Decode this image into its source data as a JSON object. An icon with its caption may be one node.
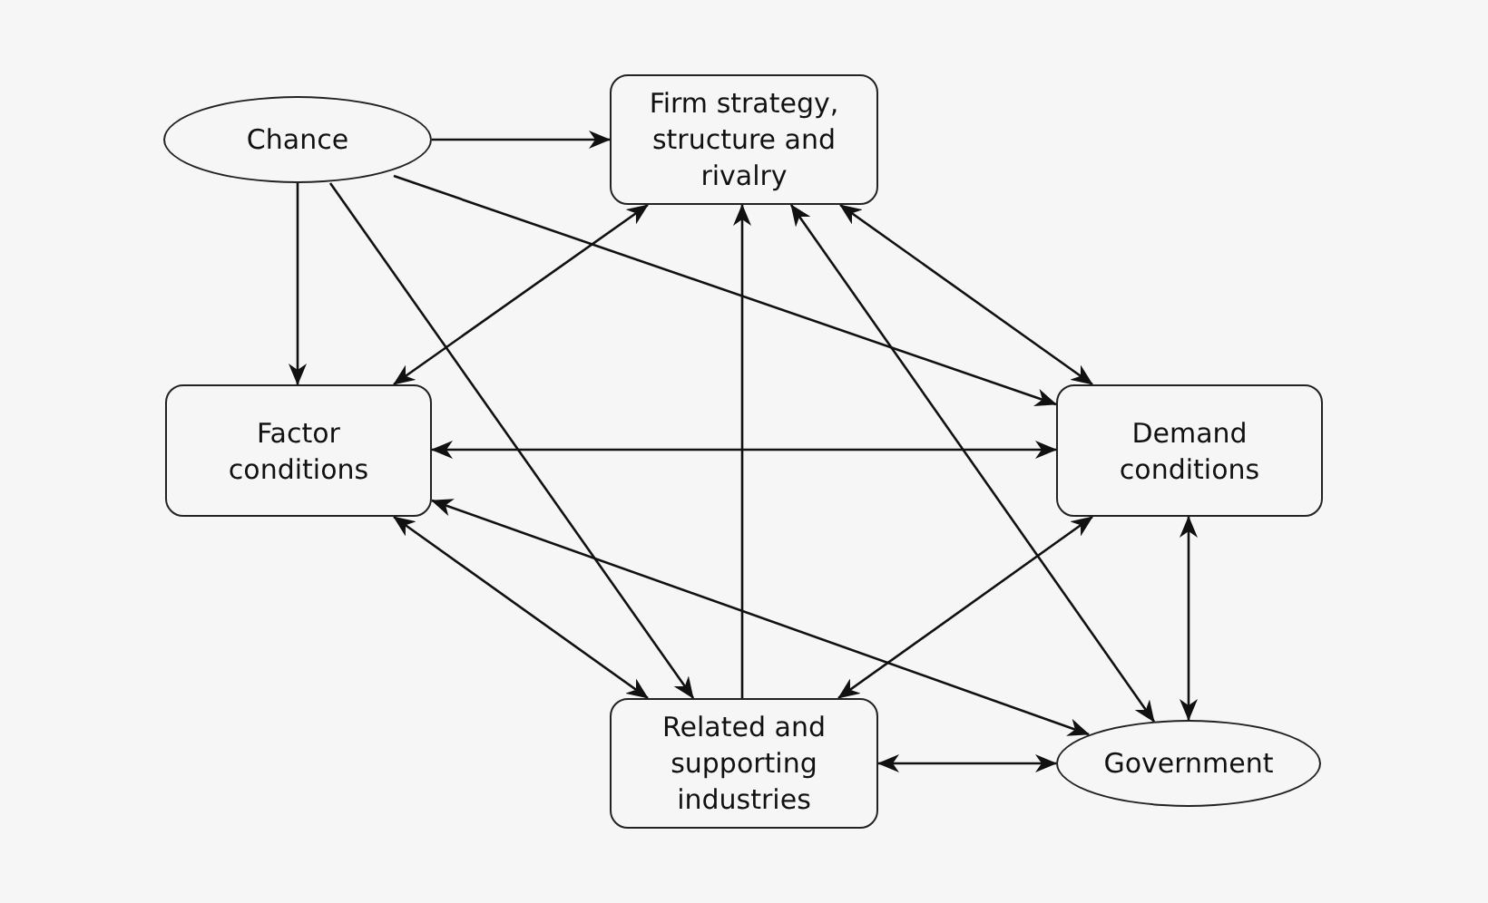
{
  "diagram": {
    "nodes": [
      {
        "text": [
          "Chance"
        ]
      },
      {
        "text": [
          "Firm strategy, structure and rivalry"
        ]
      },
      {
        "text": [
          "Factor conditions"
        ]
      },
      {
        "text": [
          "Demand conditions"
        ]
      },
      {
        "text": [
          "Related and supporting industries"
        ]
      },
      {
        "text": [
          "Government"
        ]
      }
    ],
    "edges": [
      {
        "from": 0,
        "to": 1,
        "arrow": "to"
      },
      {
        "from": 0,
        "to": 2,
        "arrow": "to"
      },
      {
        "from": 0,
        "to": 3,
        "arrow": "to"
      },
      {
        "from": 0,
        "to": 4,
        "arrow": "to"
      },
      {
        "from": 1,
        "to": 2,
        "arrow": "both"
      },
      {
        "from": 1,
        "to": 3,
        "arrow": "both"
      },
      {
        "from": 4,
        "to": 1,
        "arrow": "to"
      },
      {
        "from": 1,
        "to": 5,
        "arrow": "both"
      },
      {
        "from": 2,
        "to": 3,
        "arrow": "both"
      },
      {
        "from": 2,
        "to": 4,
        "arrow": "both"
      },
      {
        "from": 2,
        "to": 5,
        "arrow": "both"
      },
      {
        "from": 3,
        "to": 4,
        "arrow": "both"
      },
      {
        "from": 3,
        "to": 5,
        "arrow": "both"
      },
      {
        "from": 4,
        "to": 5,
        "arrow": "both"
      }
    ]
  }
}
